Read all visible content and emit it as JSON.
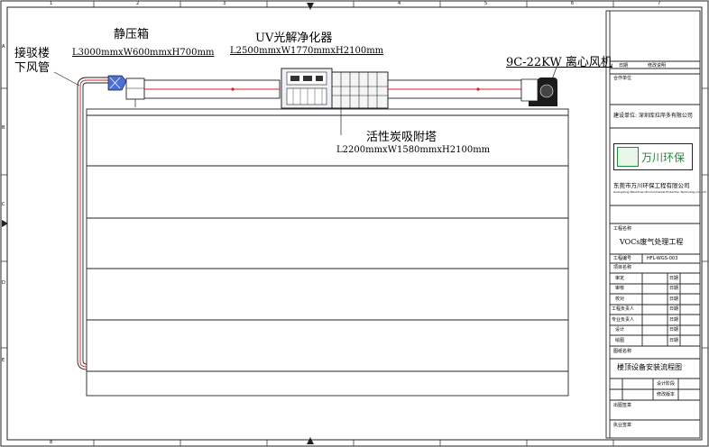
{
  "labels": {
    "static_box": "静压箱",
    "static_box_dim": "L3000mmxW600mmxH700mm",
    "uv_purifier": "UV光解净化器",
    "uv_purifier_dim": "L2500mmxW1770mmxH2100mm",
    "fan": "9C-22KW 离心风机",
    "duct_line1": "接驳楼",
    "duct_line2": "下风管",
    "carbon_tower": "活性炭吸附塔",
    "carbon_tower_dim": "L2200mmxW1580mmxH2100mm"
  },
  "grid": {
    "cols": [
      "1",
      "2",
      "3",
      "4",
      "5",
      "6",
      "7",
      "8"
    ],
    "rows": [
      "A",
      "B",
      "C",
      "D",
      "E"
    ]
  },
  "title_block": {
    "date": "日期",
    "revision": "修改说明",
    "partner": "合作单位",
    "client": "建设单位: 深圳库拉岸多有限公司",
    "logo_text": "万川环保",
    "company": "东莞市万川环保工程有限公司",
    "company_en": "Guangdong WanChuan Environmental Protection Technology Co.,Ltd",
    "project_name_label": "工程名称",
    "project_name": "VOCs废气处理工程",
    "project_no_label": "工程编号",
    "project_no": "HFL-WGS-003",
    "sub_item_label": "项目名称",
    "sign_rows": [
      "审定",
      "审核",
      "校对",
      "工程负责人",
      "专业负责人",
      "设计",
      "绘图"
    ],
    "date_col": "日期",
    "drawing_label": "图纸名称",
    "drawing_name": "楼顶设备安装流程图",
    "design_stage": "设计阶段",
    "revision_version": "修改版本",
    "issue_stamp": "出图签章",
    "exec_stamp": "执业签章"
  },
  "colors": {
    "line": "#222222",
    "duct_red": "#d42020",
    "fan_body": "#1b1b1b",
    "logo_green": "#1c8a3a",
    "elbow_blue": "#4a6fd8"
  }
}
